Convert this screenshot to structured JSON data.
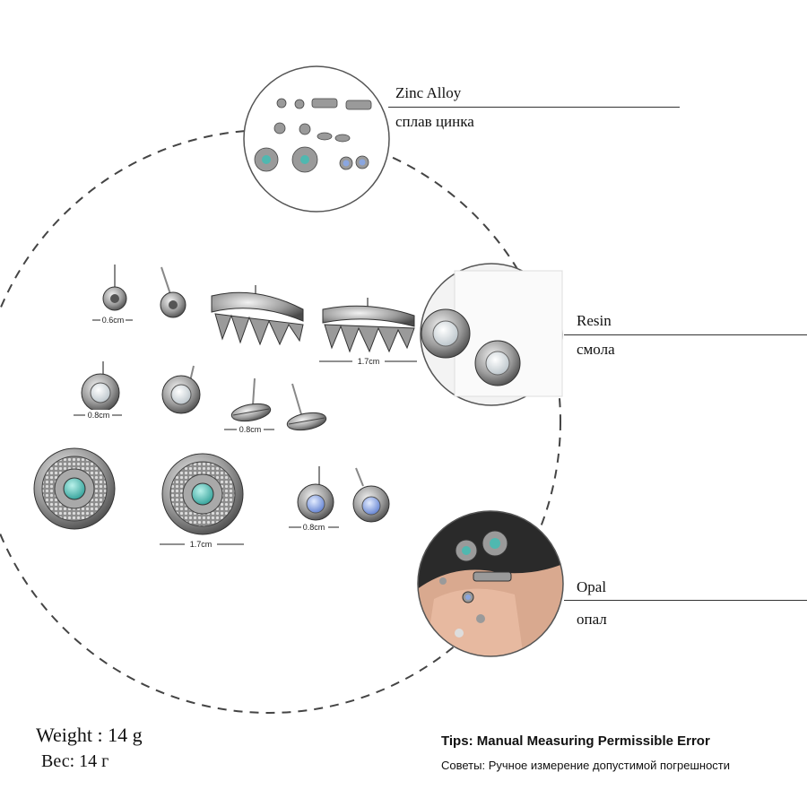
{
  "materials": [
    {
      "en": "Zinc Alloy",
      "ru": "сплав цинка"
    },
    {
      "en": "Resin",
      "ru": "смола"
    },
    {
      "en": "Opal",
      "ru": "опал"
    }
  ],
  "dimensions": {
    "small_flower": "0.6cm",
    "climber": "1.7cm",
    "round_stone": "0.8cm",
    "leaf": "0.8cm",
    "large_medallion": "1.7cm",
    "blue_stone": "0.8cm"
  },
  "weight": {
    "en": "Weight : 14 g",
    "ru": "Вес: 14 г"
  },
  "tips": {
    "en": "Tips: Manual Measuring Permissible Error",
    "ru": "Советы: Ручное измерение допустимой погрешности"
  },
  "colors": {
    "turquoise": "#4fb8b0",
    "opal_blue": "#8aa6e0",
    "white_stone": "#e8eef2",
    "silver": "#9a9a9a"
  }
}
